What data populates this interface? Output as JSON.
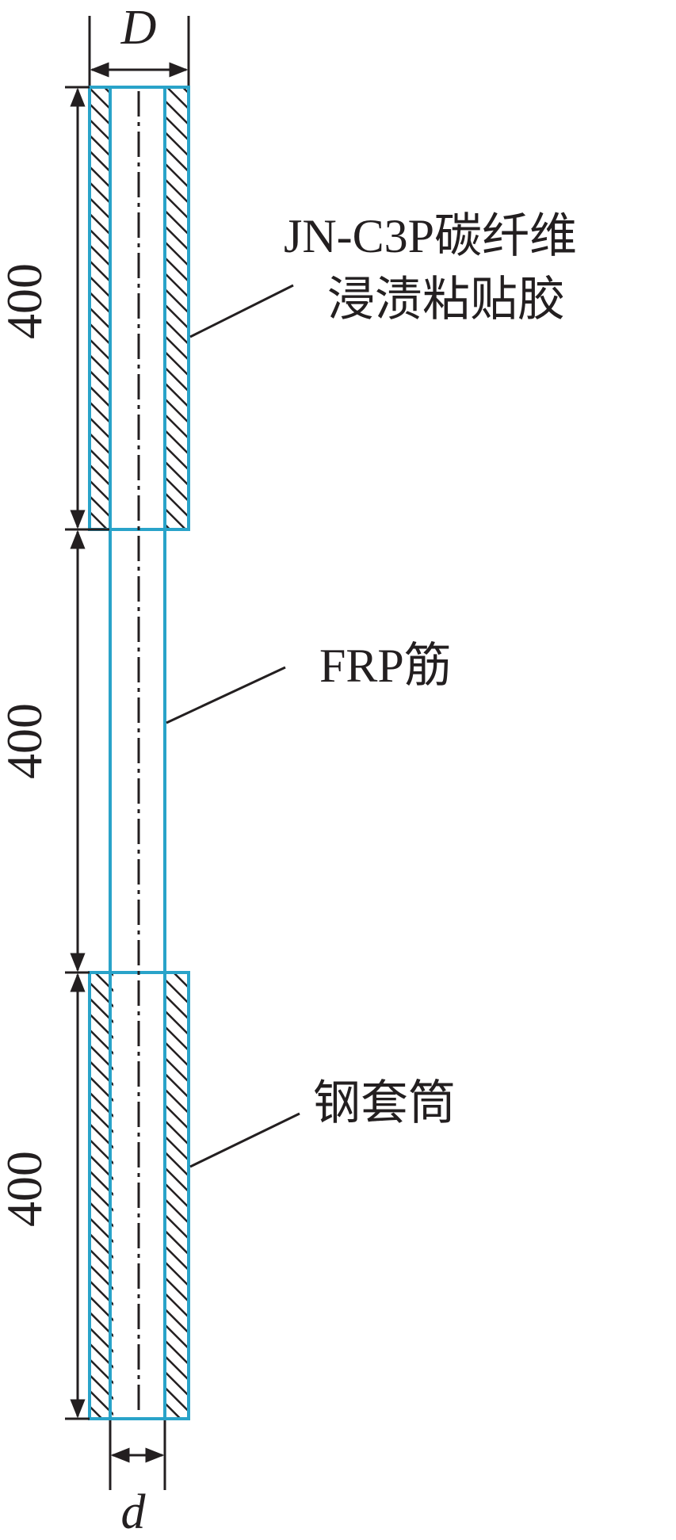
{
  "dimensions": {
    "outer_diameter_symbol": "D",
    "inner_diameter_symbol": "d",
    "segment_lengths": [
      "400",
      "400",
      "400"
    ]
  },
  "labels": {
    "adhesive_line1": "JN-C3P碳纤维",
    "adhesive_line2": "浸渍粘贴胶",
    "frp_bar": "FRP筋",
    "steel_sleeve": "钢套筒"
  },
  "colors": {
    "outline": "#29a3c9",
    "ink": "#231f20",
    "background": "#ffffff"
  }
}
